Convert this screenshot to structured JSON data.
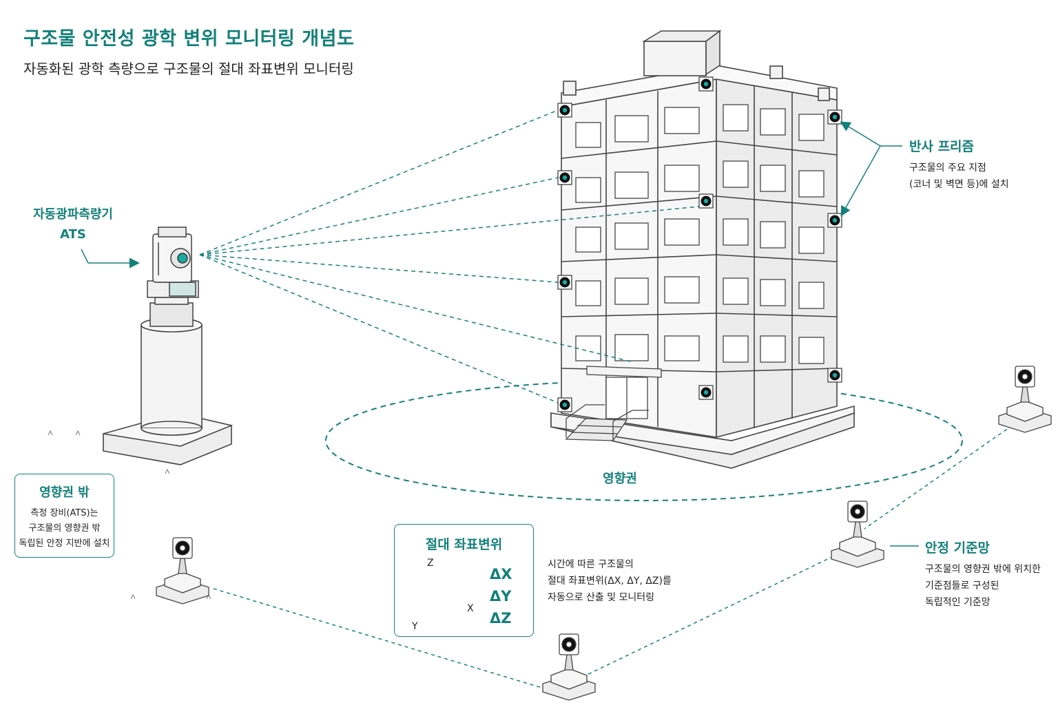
{
  "title": "구조물 안전성 광학 변위 모니터링 개념도",
  "subtitle": "자동화된 광학 측량으로 구조물의 절대 좌표변위 모니터링",
  "ats": {
    "label_ko": "자동광파측량기",
    "label_en": "ATS"
  },
  "prism": {
    "title": "반사 프리즘",
    "desc_1": "구조물의 주요 지점",
    "desc_2": "(코너 및 벽면 등)에 설치"
  },
  "zone": {
    "label": "영향권"
  },
  "outside": {
    "title": "영향권 밖",
    "line_1": "측정 장비(ATS)는",
    "line_2": "구조물의 영향권 밖",
    "line_3": "독립된 안정 지반에 설치"
  },
  "abs": {
    "title": "절대 좌표변위",
    "axis_z": "Z",
    "axis_x": "X",
    "axis_y": "Y",
    "dx": "ΔX",
    "dy": "ΔY",
    "dz": "ΔZ"
  },
  "time_note": {
    "line_1": "시간에 따른 구조물의",
    "line_2": "절대 좌표변위(ΔX, ΔY, ΔZ)를",
    "line_3": "자동으로 산출 및 모니터링"
  },
  "control": {
    "title": "안정 기준망",
    "line_1": "구조물의 영향권 밖에 위치한",
    "line_2": "기준점들로 구성된",
    "line_3": "독립적인 기준망"
  },
  "colors": {
    "accent": "#13807a",
    "line": "#444444",
    "fill": "#f4f4f4"
  }
}
